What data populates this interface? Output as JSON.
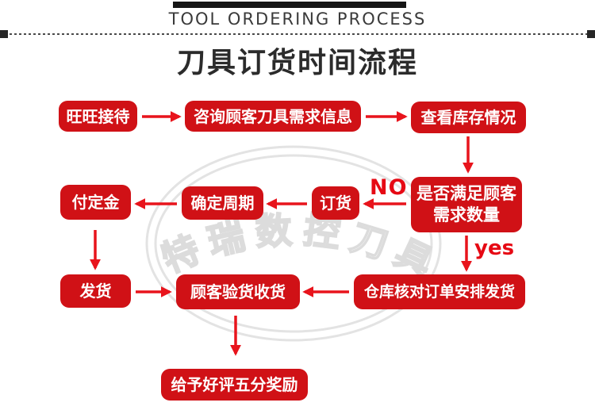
{
  "header": {
    "title_en": "TOOL ORDERING PROCESS",
    "title_zh": "刀具订货时间流程"
  },
  "colors": {
    "box_red": "#d01116",
    "arrow_red": "#e8141c",
    "label_red": "#e60914",
    "title_dark": "#2b2b2b",
    "wm_gray": "#e0e0e0"
  },
  "flowchart": {
    "nodes": {
      "reception": "旺旺接待",
      "inquiry": "咨询顾客刀具需求信息",
      "check_stock": "查看库存情况",
      "meet_demand": [
        "是否满足顾客",
        "需求数量"
      ],
      "order": "订货",
      "confirm_cycle": "确定周期",
      "deposit": "付定金",
      "ship": "发货",
      "inspect": "顾客验货收货",
      "warehouse": "仓库核对订单安排发货",
      "praise": "给予好评五分奖励"
    },
    "labels": {
      "no": "NO",
      "yes": "yes"
    }
  },
  "watermark": {
    "text": "特瑞数控刀具"
  }
}
